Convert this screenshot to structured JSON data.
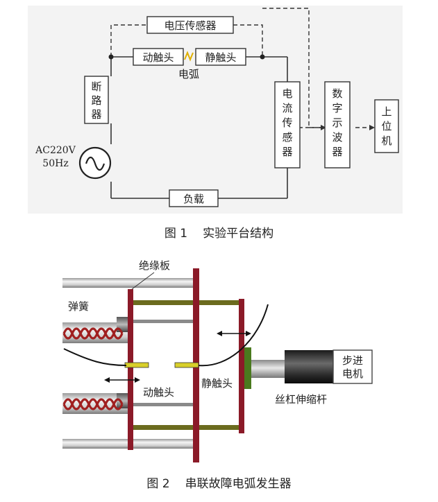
{
  "figure1": {
    "labels": {
      "voltage_sensor": "电压传感器",
      "moving_contact": "动触头",
      "static_contact": "静触头",
      "arc": "电弧",
      "breaker": [
        "断",
        "路",
        "器"
      ],
      "source_line1": "AC220V",
      "source_line2": "50Hz",
      "current_sensor": [
        "电",
        "流",
        "传",
        "感",
        "器"
      ],
      "oscilloscope": [
        "数",
        "字",
        "示",
        "波",
        "器"
      ],
      "host": [
        "上",
        "位",
        "机"
      ],
      "load": "负载"
    },
    "caption_num": "图 1",
    "caption_text": "实验平台结构"
  },
  "figure2": {
    "labels": {
      "insulation_plate": "绝缘板",
      "spring": "弹簧",
      "moving_contact": "动触头",
      "static_contact": "静触头",
      "stepper_motor": [
        "步进",
        "电机"
      ],
      "screw_rod": "丝杠伸缩杆"
    },
    "caption_num": "图 2",
    "caption_text": "串联故障电弧发生器"
  }
}
